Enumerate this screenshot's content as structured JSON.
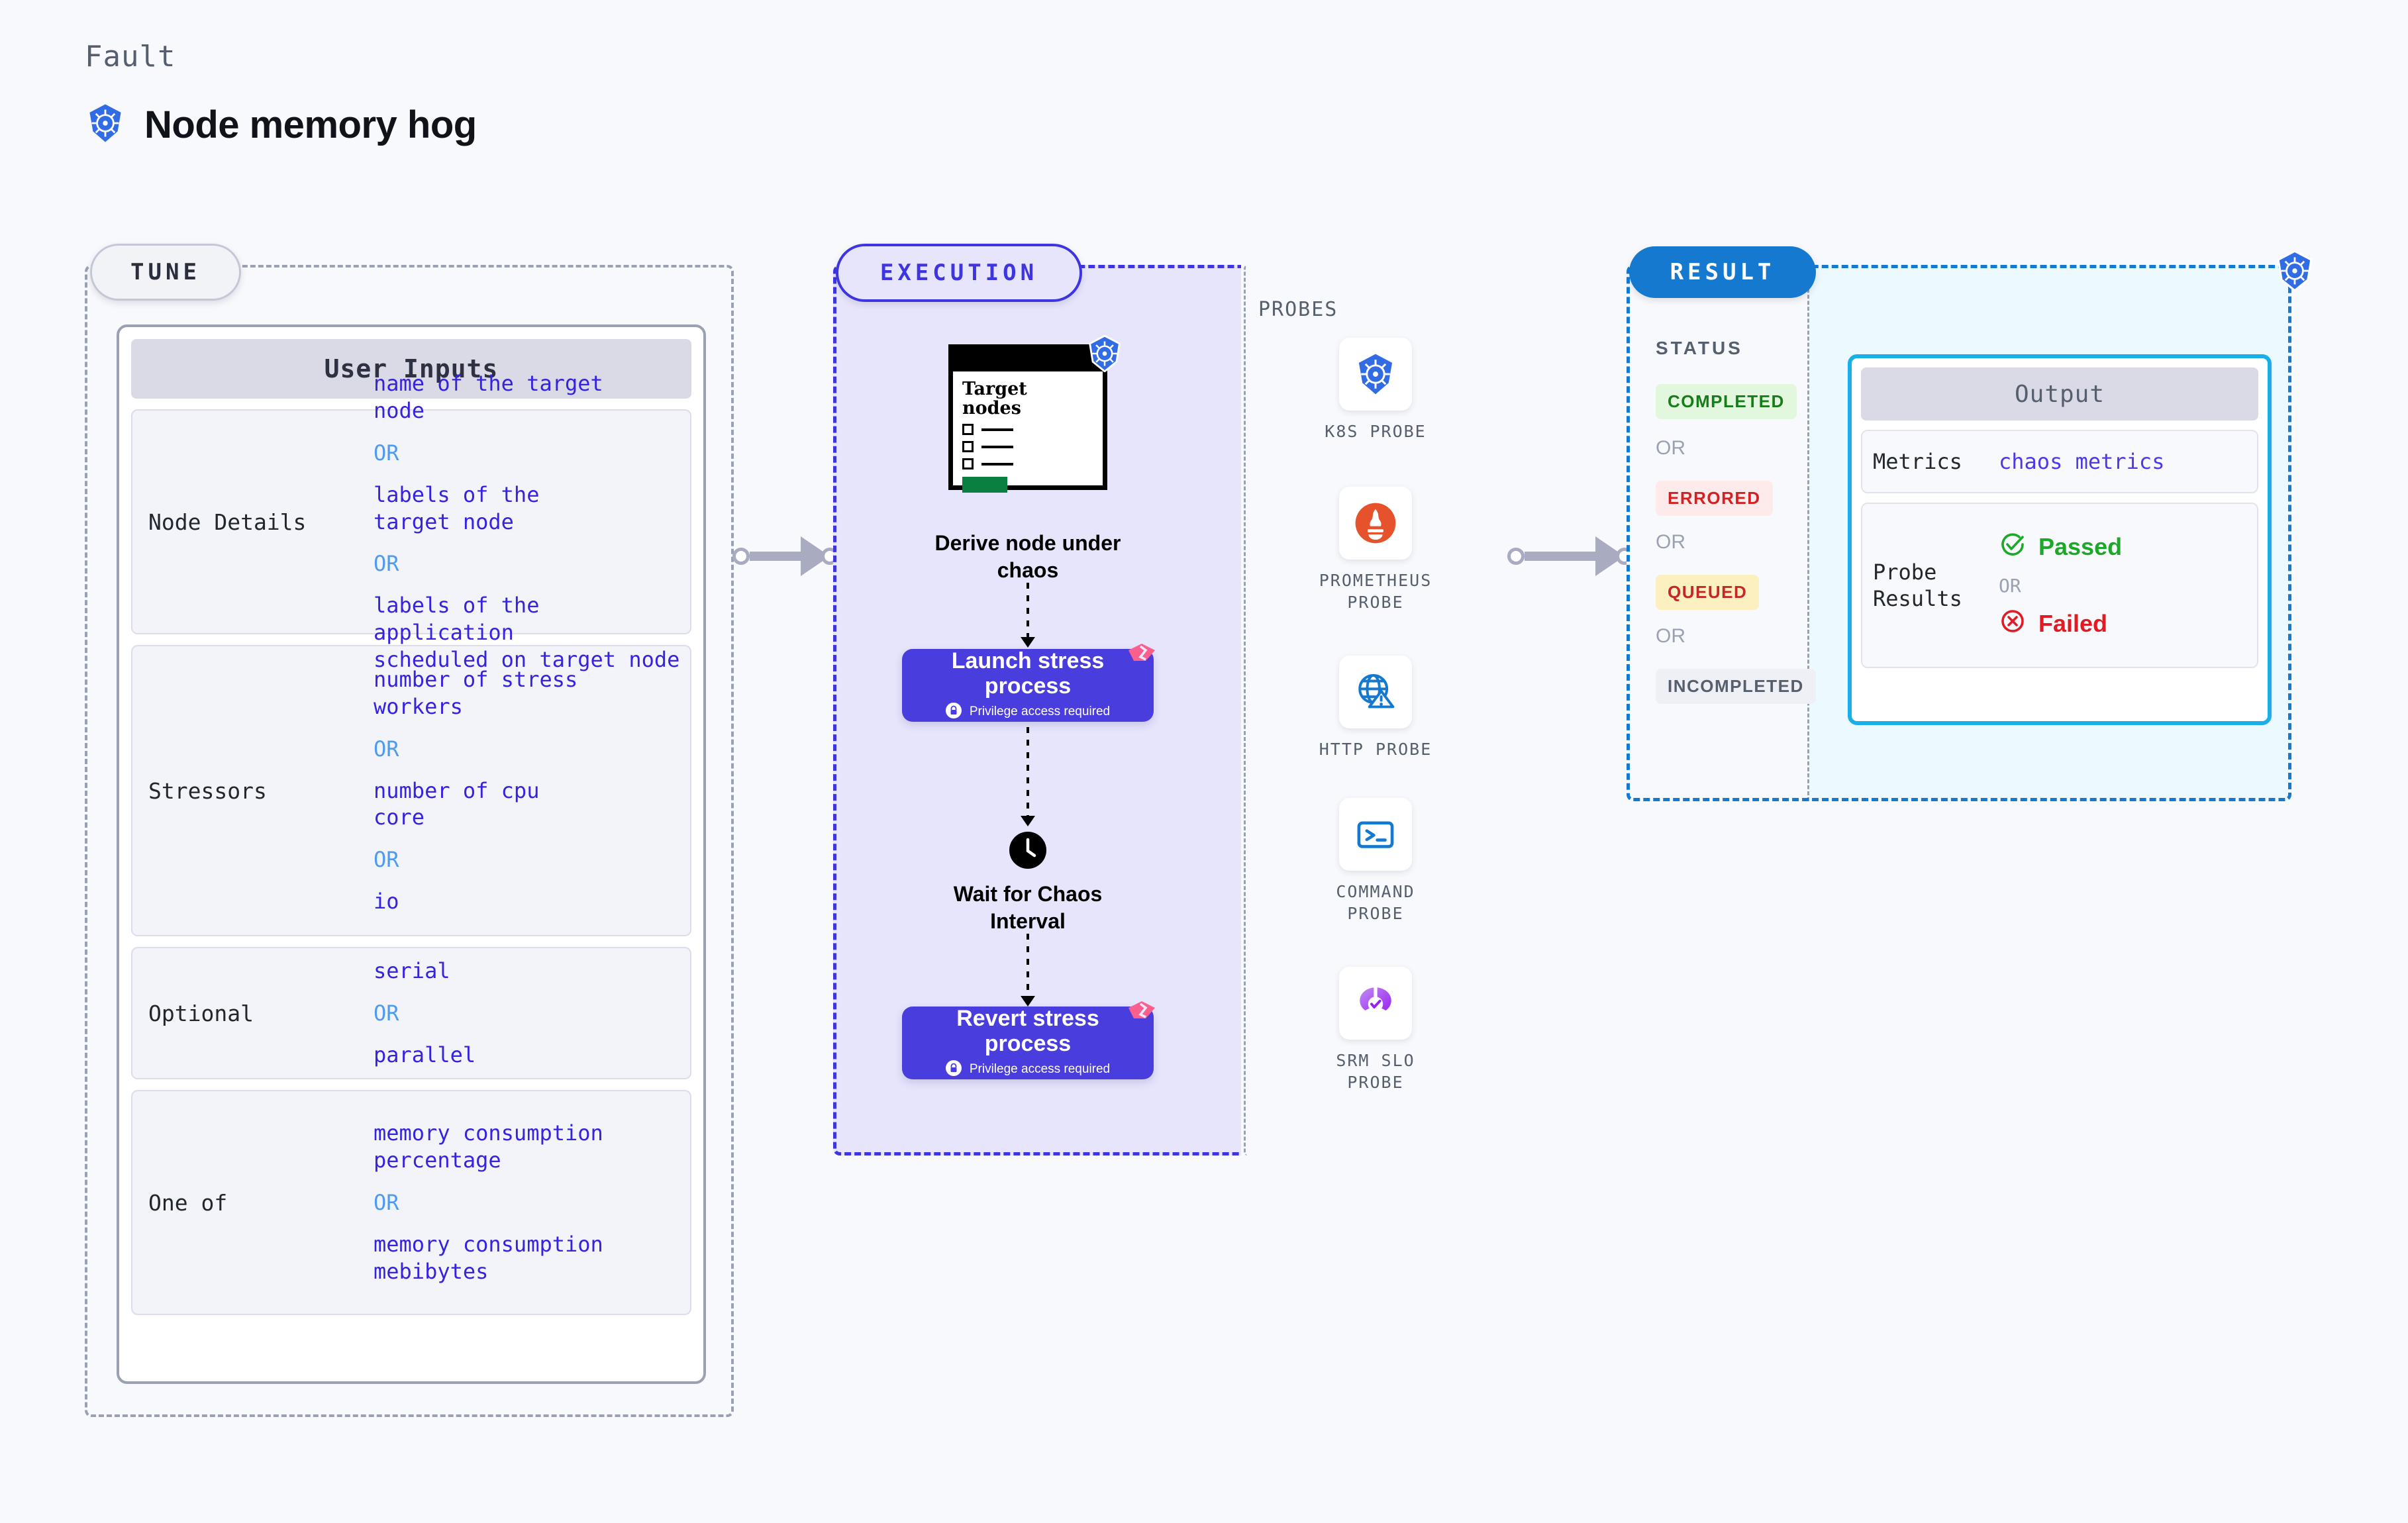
{
  "header": {
    "fault_label": "Fault",
    "title": "Node memory hog",
    "icon": "kubernetes-icon"
  },
  "tune": {
    "badge": "TUNE",
    "card_title": "User Inputs",
    "rows": [
      {
        "key": "Node Details",
        "values": [
          {
            "type": "value",
            "text": "name of the target\nnode"
          },
          {
            "type": "or",
            "text": "OR"
          },
          {
            "type": "value",
            "text": "labels of the\ntarget node"
          },
          {
            "type": "or",
            "text": "OR"
          },
          {
            "type": "value",
            "text": "labels of the application\n scheduled on target node"
          }
        ]
      },
      {
        "key": "Stressors",
        "values": [
          {
            "type": "value",
            "text": "number of stress\nworkers"
          },
          {
            "type": "or",
            "text": "OR"
          },
          {
            "type": "value",
            "text": "number of cpu\ncore"
          },
          {
            "type": "or",
            "text": "OR"
          },
          {
            "type": "value",
            "text": "io"
          }
        ]
      },
      {
        "key": "Optional",
        "values": [
          {
            "type": "value",
            "text": "serial"
          },
          {
            "type": "or",
            "text": "OR"
          },
          {
            "type": "value",
            "text": "parallel"
          }
        ]
      },
      {
        "key": "One of",
        "values": [
          {
            "type": "value",
            "text": "memory consumption\npercentage"
          },
          {
            "type": "or",
            "text": "OR"
          },
          {
            "type": "value",
            "text": "memory consumption\nmebibytes"
          }
        ]
      }
    ]
  },
  "execution": {
    "badge": "EXECUTION",
    "node_card": {
      "title": "Target\nnodes",
      "icon": "kubernetes-icon"
    },
    "steps": [
      {
        "label": "Derive node under\nchaos"
      },
      {
        "label": "Launch stress\nprocess",
        "sub": "Privilege access required",
        "icon": "lock-icon",
        "ribbon": true
      },
      {
        "label": "Wait for Chaos\nInterval",
        "icon": "clock-icon"
      },
      {
        "label": "Revert stress\nprocess",
        "sub": "Privilege access required",
        "icon": "lock-icon",
        "ribbon": true
      }
    ]
  },
  "probes": {
    "title": "PROBES",
    "items": [
      {
        "label": "K8S PROBE",
        "icon": "kubernetes-icon"
      },
      {
        "label": "PROMETHEUS\nPROBE",
        "icon": "prometheus-icon"
      },
      {
        "label": "HTTP PROBE",
        "icon": "globe-warning-icon"
      },
      {
        "label": "COMMAND\nPROBE",
        "icon": "terminal-icon"
      },
      {
        "label": "SRM SLO\nPROBE",
        "icon": "slo-donut-icon"
      }
    ]
  },
  "result": {
    "badge": "RESULT",
    "status_title": "STATUS",
    "statuses": [
      {
        "label": "COMPLETED",
        "bg": "#e3f7df",
        "fg": "#167d1a"
      },
      {
        "label": "OR"
      },
      {
        "label": "ERRORED",
        "bg": "#fdeaea",
        "fg": "#d42020"
      },
      {
        "label": "OR"
      },
      {
        "label": "QUEUED",
        "bg": "#fcefc0",
        "fg": "#c52626"
      },
      {
        "label": "OR"
      },
      {
        "label": "INCOMPLETED",
        "bg": "#eef0f5",
        "fg": "#555f6e"
      }
    ],
    "output": {
      "header": "Output",
      "metrics_key": "Metrics",
      "metrics_value": "chaos metrics",
      "probe_results_key": "Probe\nResults",
      "passed": "Passed",
      "or": "OR",
      "failed": "Failed"
    },
    "corner_icon": "kubernetes-icon"
  },
  "colors": {
    "indigo": "#3f35e0",
    "card_indigo": "#4a3ddd",
    "result_blue": "#1579d0",
    "output_cyan": "#19b0ea",
    "k8s_blue": "#326ce5",
    "prometheus_orange": "#e6522c",
    "value_text": "#3623e0",
    "or_text": "#4e9bf0",
    "pass_green": "#1ea82a",
    "fail_red": "#e01b24",
    "ribbon_pink": "#fb5f8e"
  }
}
